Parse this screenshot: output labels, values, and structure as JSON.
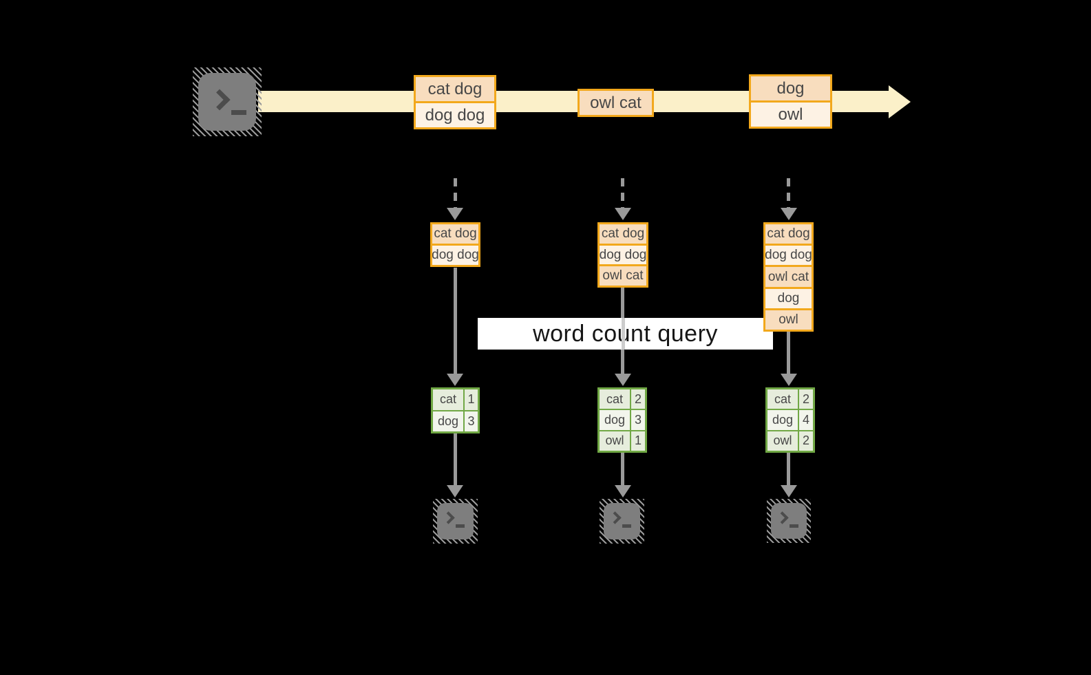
{
  "query_label": "word count query",
  "stream": {
    "source_icon": "terminal-icon",
    "batches": [
      {
        "items": [
          "cat dog",
          "dog dog"
        ]
      },
      {
        "items": [
          "owl cat"
        ]
      },
      {
        "items": [
          "dog",
          "owl"
        ]
      }
    ]
  },
  "columns": [
    {
      "batch_items": [
        "cat dog",
        "dog dog"
      ],
      "counts": [
        {
          "word": "cat",
          "count": 1
        },
        {
          "word": "dog",
          "count": 3
        }
      ],
      "sink_icon": "terminal-icon"
    },
    {
      "batch_items": [
        "cat dog",
        "dog dog",
        "owl cat"
      ],
      "counts": [
        {
          "word": "cat",
          "count": 2
        },
        {
          "word": "dog",
          "count": 3
        },
        {
          "word": "owl",
          "count": 1
        }
      ],
      "sink_icon": "terminal-icon"
    },
    {
      "batch_items": [
        "cat dog",
        "dog dog",
        "owl cat",
        "dog",
        "owl"
      ],
      "counts": [
        {
          "word": "cat",
          "count": 2
        },
        {
          "word": "dog",
          "count": 4
        },
        {
          "word": "owl",
          "count": 2
        }
      ],
      "sink_icon": "terminal-icon"
    }
  ],
  "colors": {
    "background": "#000000",
    "stream_band": "#FBF0C9",
    "box_border": "#F2A81C",
    "cell_dark": "#F8DDBE",
    "cell_light": "#FDF2E4",
    "table_border": "#71A845",
    "table_cell_dark": "#E6EDDC",
    "table_cell_light": "#F2F5EC",
    "arrow": "#9A9A9A",
    "terminal_fill": "#7E7E7E"
  }
}
